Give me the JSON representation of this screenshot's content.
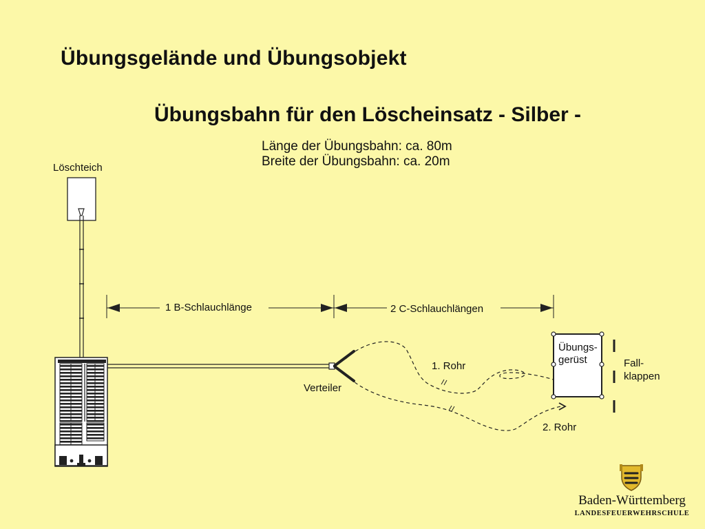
{
  "slide": {
    "title": "Übungsgelände und Übungsobjekt"
  },
  "diagram": {
    "title": "Übungsbahn für den Löscheinsatz - Silber -",
    "length": "Länge der Übungsbahn: ca. 80m",
    "width": "Breite der Übungsbahn: ca. 20m",
    "labels": {
      "pond": "Löschteich",
      "b_hose": "1 B-Schlauchlänge",
      "c_hoses": "2 C-Schlauchlängen",
      "distributor": "Verteiler",
      "nozzle1": "1. Rohr",
      "nozzle2": "2. Rohr",
      "scaffold_line1": "Übungs-",
      "scaffold_line2": "gerüst",
      "flaps_line1": "Fall-",
      "flaps_line2": "klappen"
    }
  },
  "logo": {
    "name": "Baden-Württemberg",
    "subtitle": "LANDESFEUERWEHRSCHULE",
    "emblem": "coat-of-arms-icon"
  },
  "colors": {
    "background": "#fcf8a8",
    "ink": "#111111"
  }
}
